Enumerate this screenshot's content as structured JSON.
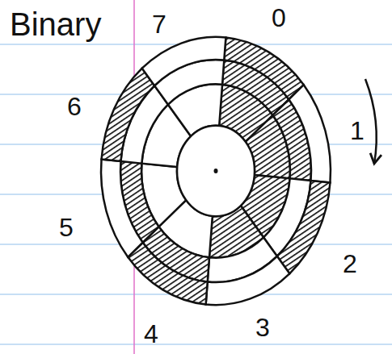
{
  "diagram": {
    "title": "Binary",
    "labels": [
      "7",
      "0",
      "6",
      "1",
      "5",
      "2",
      "4",
      "3"
    ]
  }
}
